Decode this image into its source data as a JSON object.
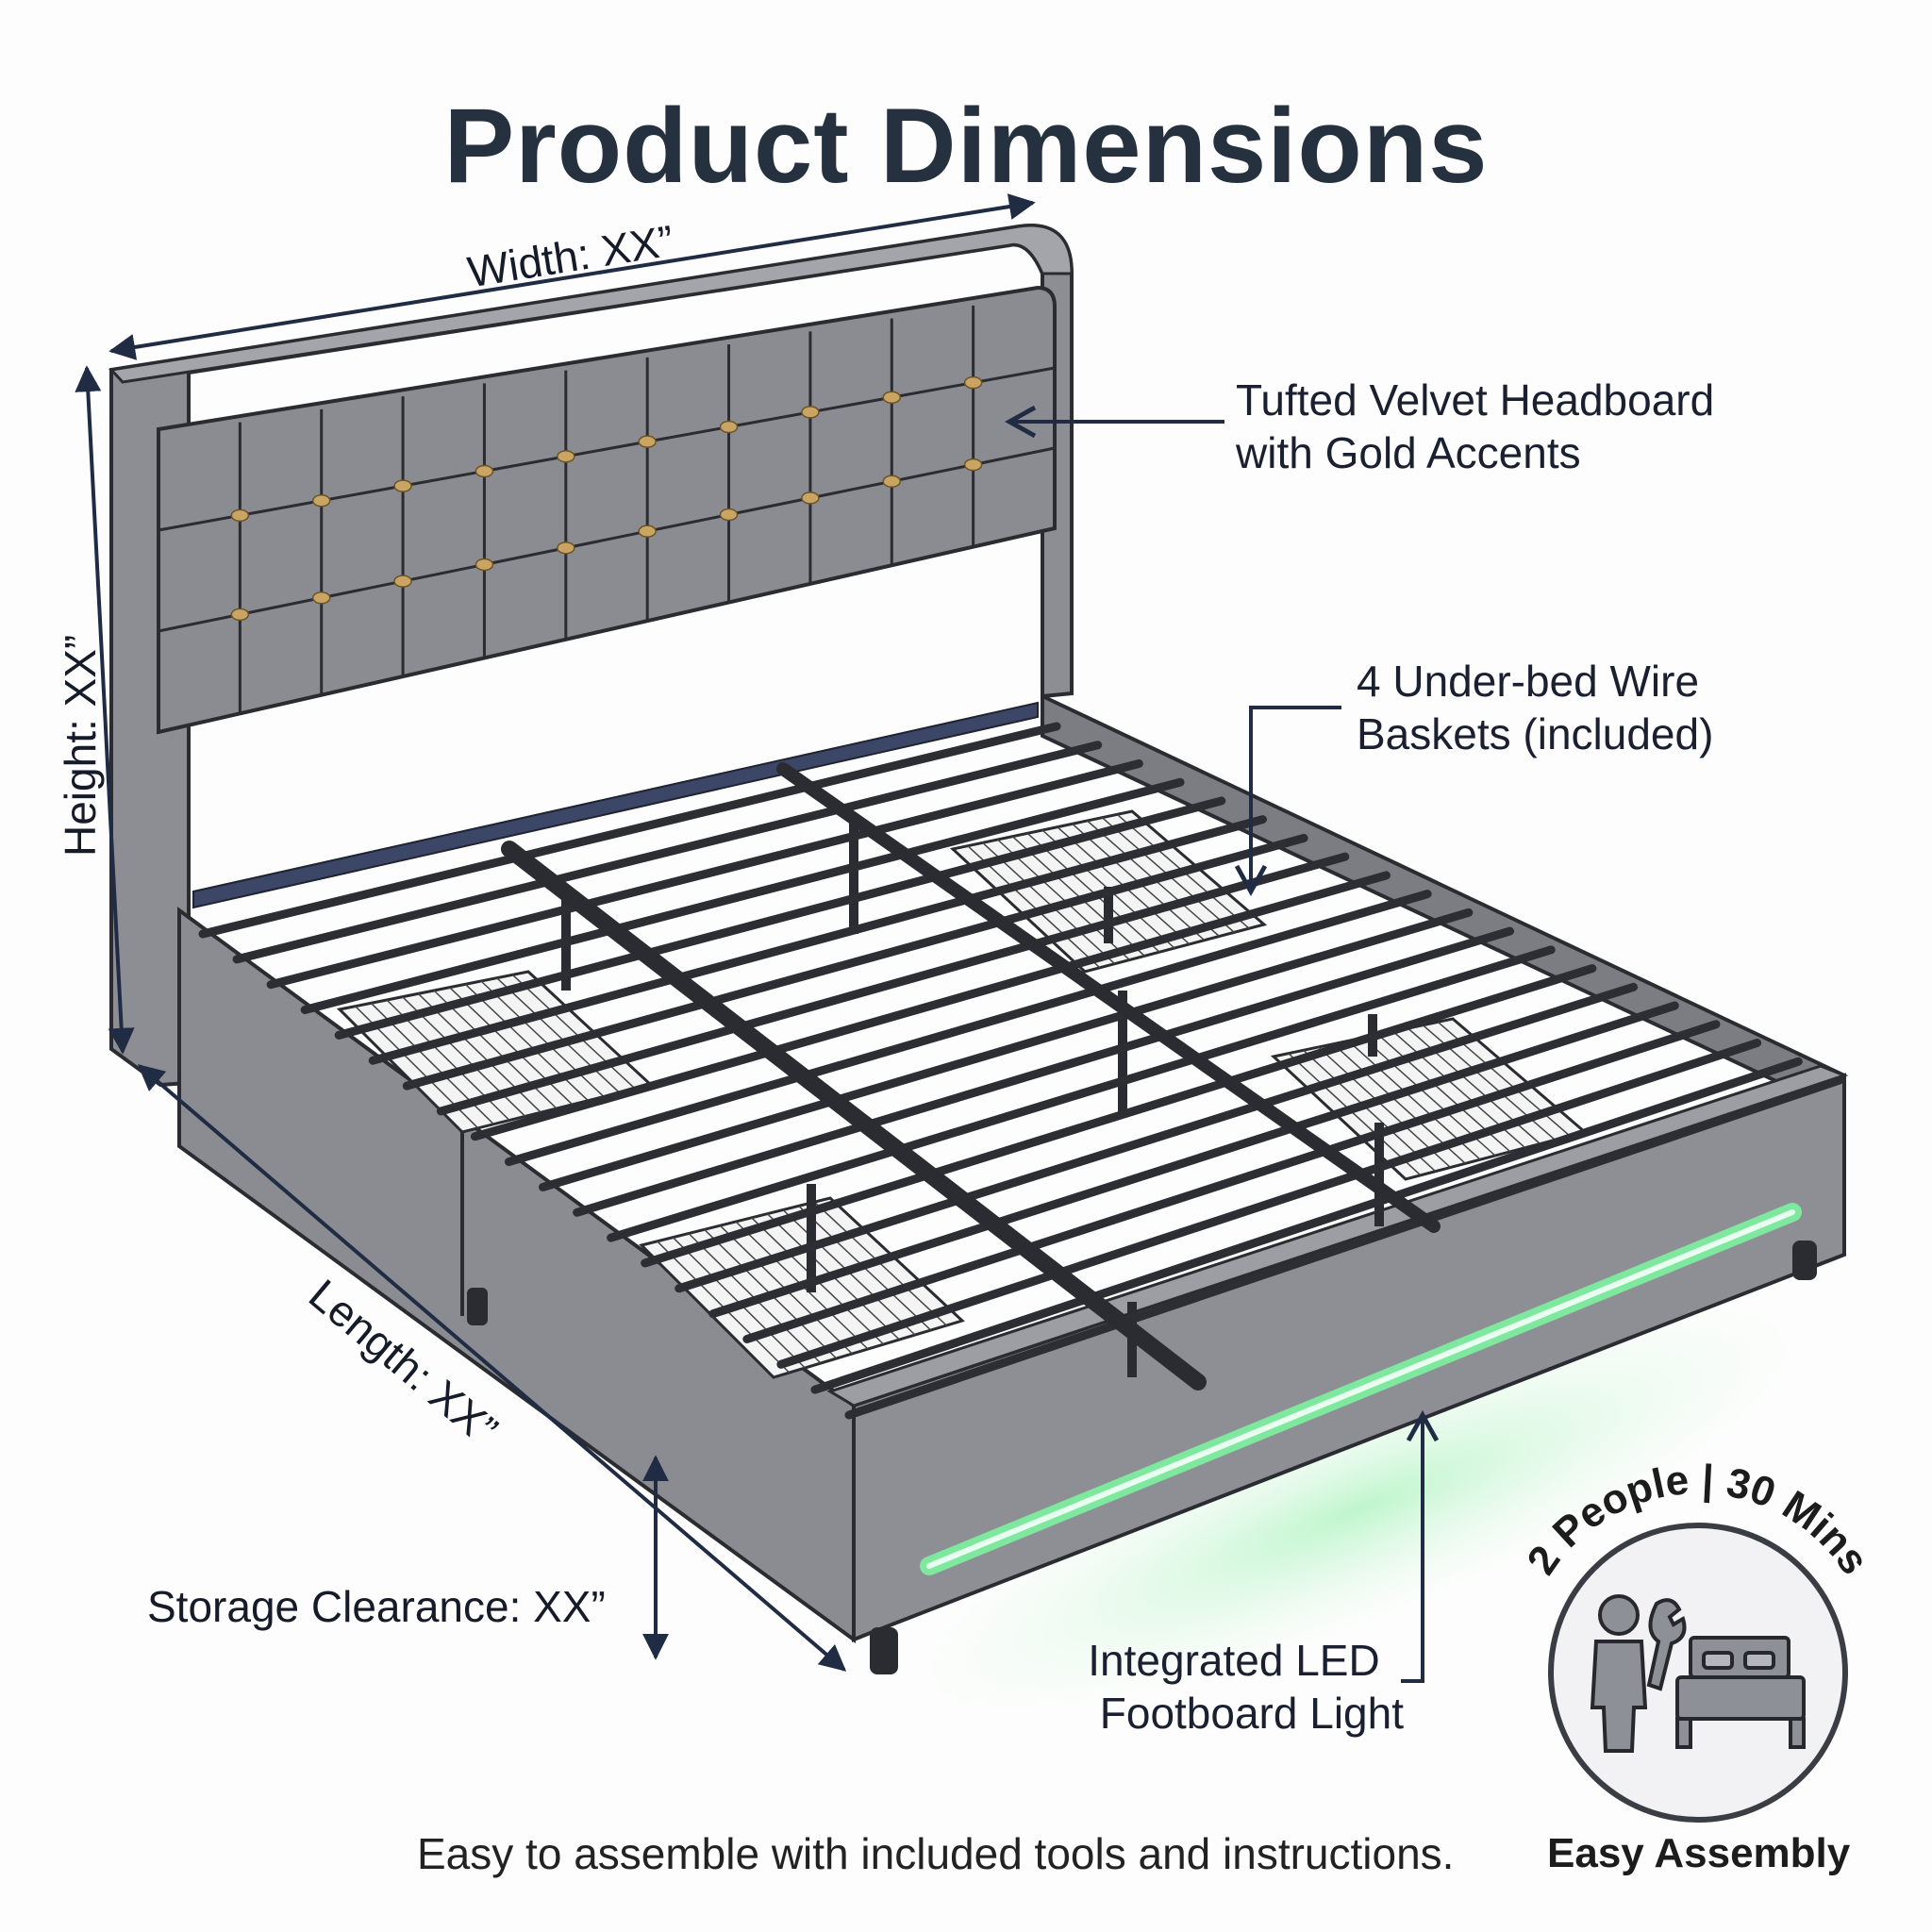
{
  "title": "Product Dimensions",
  "dimensions": {
    "width": "Width: XX”",
    "height": "Height: XX”",
    "length": "Length: XX”",
    "storage_clearance": "Storage Clearance: XX”"
  },
  "callouts": {
    "headboard_line1": "Tufted Velvet Headboard",
    "headboard_line2": "with Gold Accents",
    "baskets_line1": "4 Under-bed Wire",
    "baskets_line2": "Baskets (included)",
    "led_line1": "Integrated LED",
    "led_line2": "Footboard Light"
  },
  "footer": {
    "text": "Easy to assemble with included tools and instructions."
  },
  "badge": {
    "arc_text": "2 People | 30 Mins",
    "title": "Easy Assembly"
  },
  "colors": {
    "fabric": "#8a8c91",
    "fabric_dark": "#6f7176",
    "outline": "#2a2c31",
    "slat": "#2c2e33",
    "gold": "#c9a463",
    "led": "#8ff0b0",
    "dim_line": "#1f2c44",
    "icon": "#8d9096"
  }
}
